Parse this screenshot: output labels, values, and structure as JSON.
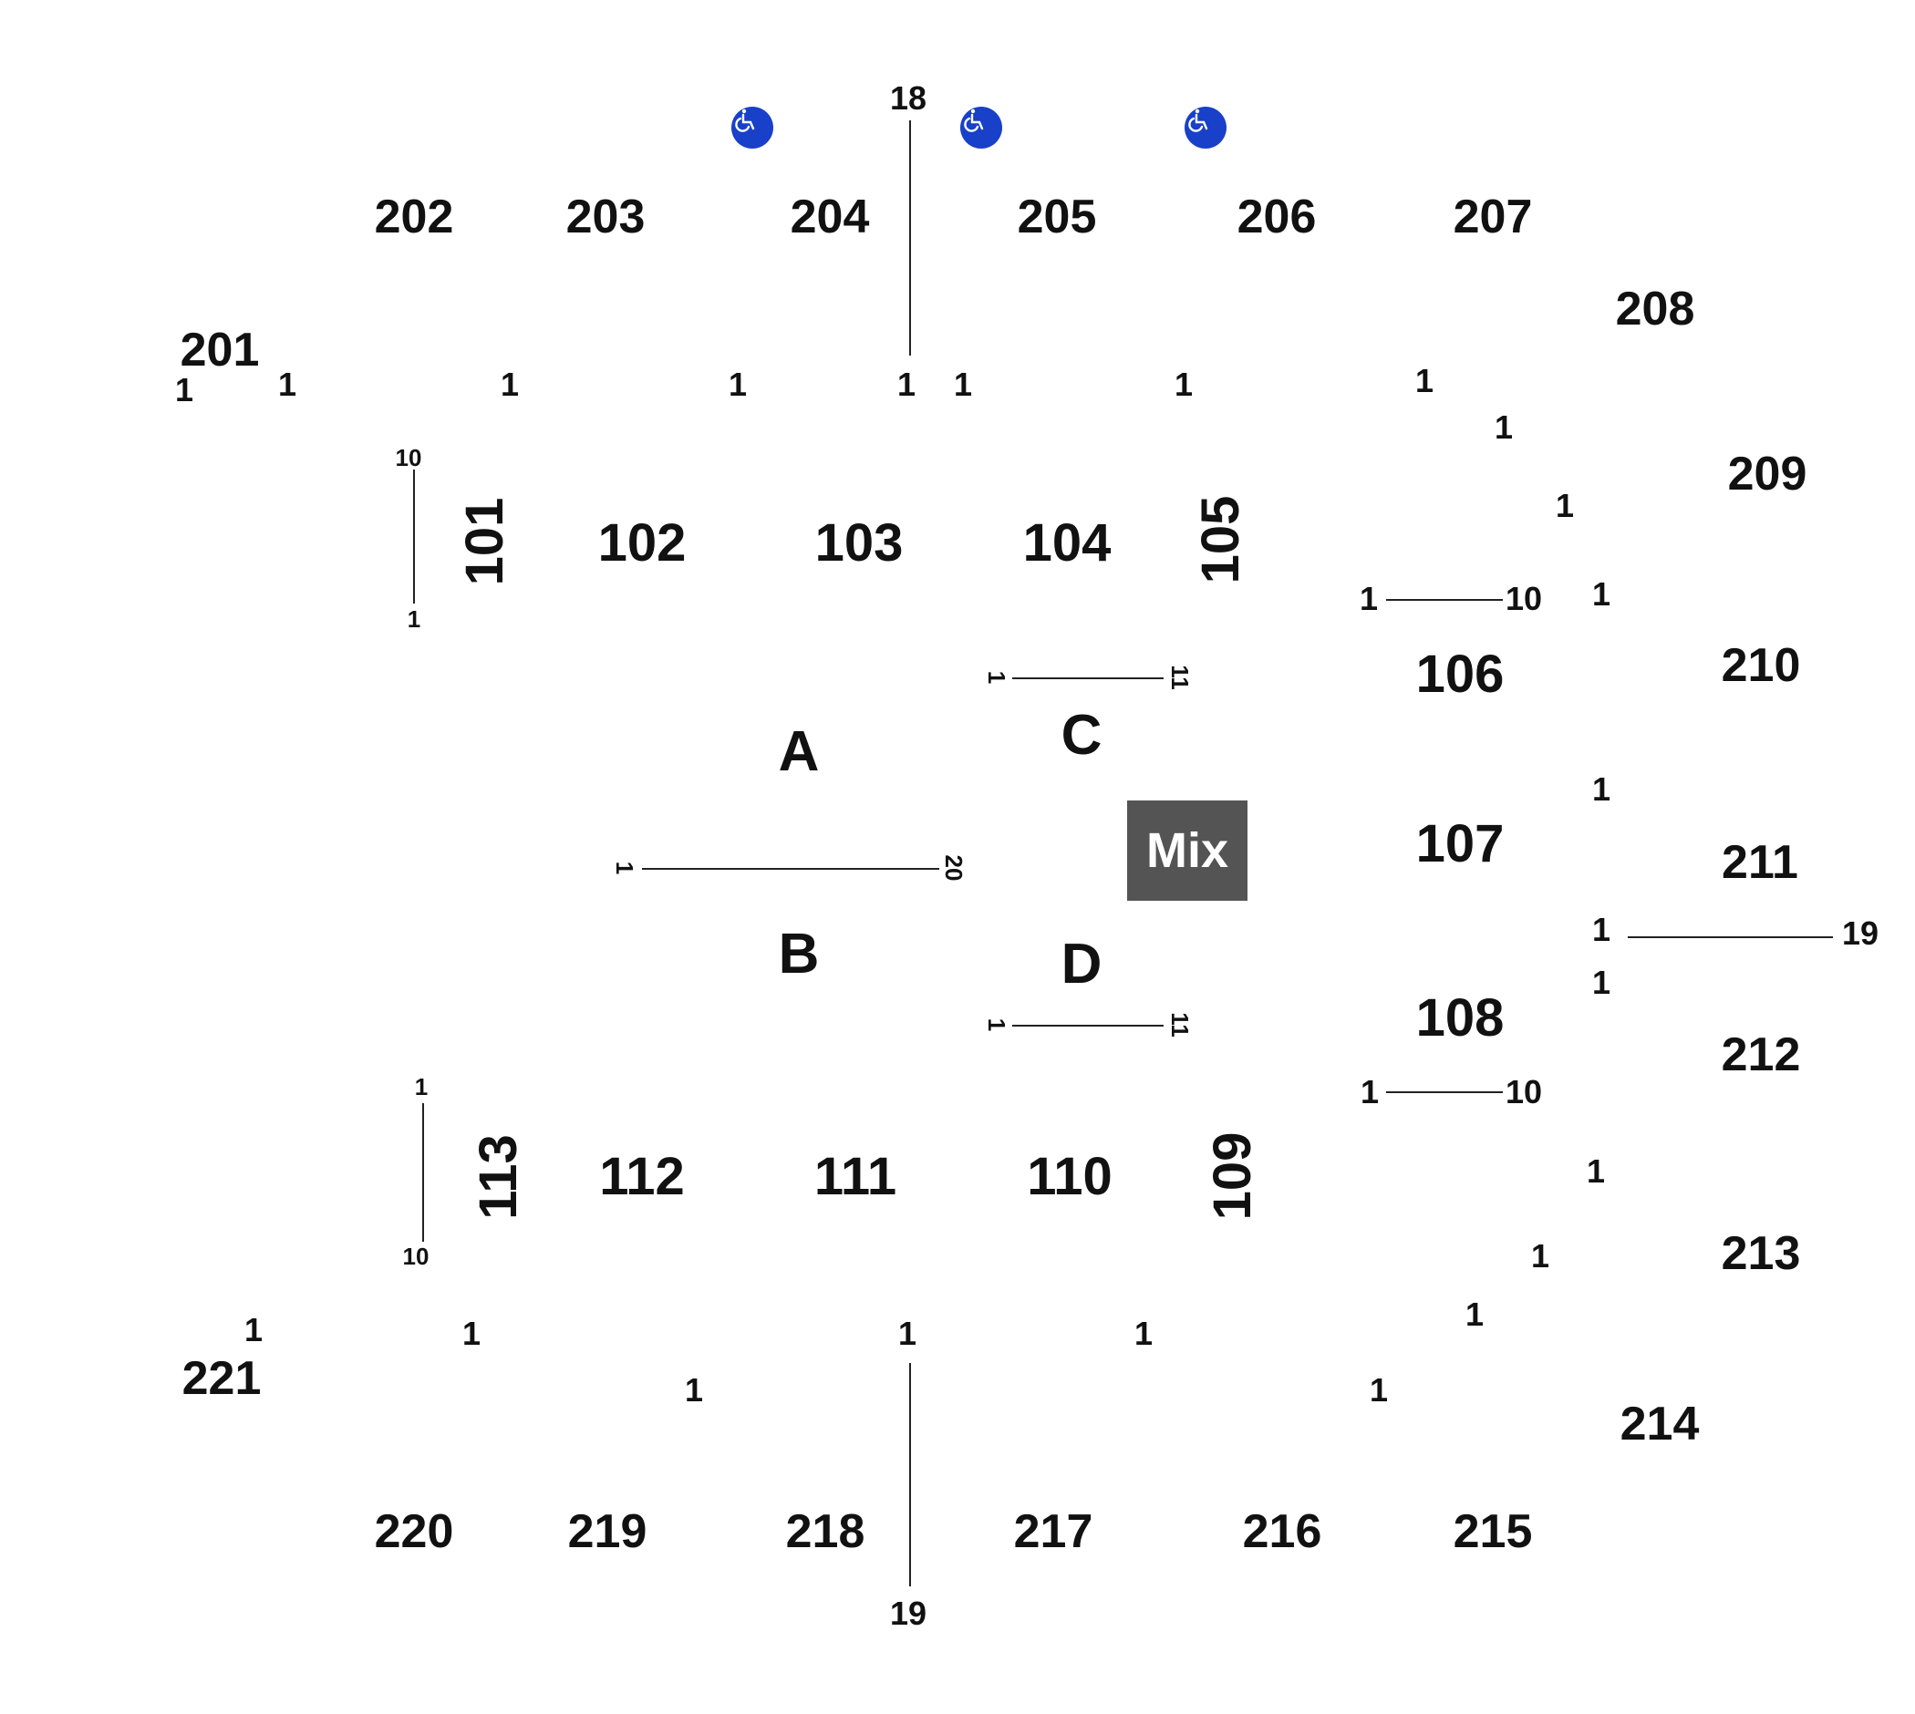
{
  "sections": {
    "s202": "202",
    "s203": "203",
    "s204": "204",
    "s205": "205",
    "s206": "206",
    "s207": "207",
    "s201": "201",
    "s208": "208",
    "s209": "209",
    "s210": "210",
    "s211": "211",
    "s212": "212",
    "s213": "213",
    "s214": "214",
    "s215": "215",
    "s216": "216",
    "s217": "217",
    "s218": "218",
    "s219": "219",
    "s220": "220",
    "s221": "221",
    "s101": "101",
    "s102": "102",
    "s103": "103",
    "s104": "104",
    "s105": "105",
    "s106": "106",
    "s107": "107",
    "s108": "108",
    "s109": "109",
    "s110": "110",
    "s111": "111",
    "s112": "112",
    "s113": "113"
  },
  "floor_sections": {
    "a": "A",
    "b": "B",
    "c": "C",
    "d": "D"
  },
  "mix_label": "Mix",
  "row_labels": {
    "one": "1",
    "r10": "10",
    "r11": "11",
    "r18": "18",
    "r19": "19",
    "r20": "20"
  },
  "icons": {
    "accessible": "wheelchair-icon",
    "accessible_color": "#1840c8"
  }
}
